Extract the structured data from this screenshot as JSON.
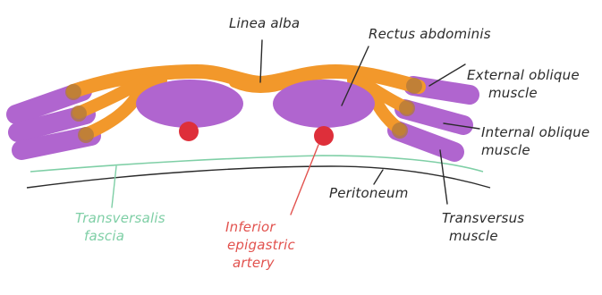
{
  "labels": {
    "linea_alba": "Linea alba",
    "rectus_abdominis": "Rectus abdominis",
    "external_oblique": [
      "External oblique",
      "muscle"
    ],
    "internal_oblique": [
      "Internal oblique",
      "muscle"
    ],
    "peritoneum": "Peritoneum",
    "transversus": [
      "Transversus",
      "muscle"
    ],
    "transversalis_fascia": [
      "Transversalis",
      "fascia"
    ],
    "inferior_epigastric_artery": [
      "Inferior",
      "epigastric",
      "artery"
    ]
  },
  "colors": {
    "aponeurosis": "#f2982b",
    "muscle": "#b065cf",
    "muscle_dark": "#9a4fb8",
    "muscle_junction": "#b0783c",
    "artery": "#de2f3a",
    "transversalis_fascia": "#7fcfa6",
    "peritoneum": "#2b2b2b",
    "leader_dark": "#2b2b2b",
    "leader_green": "#7fcfa6",
    "leader_red": "#e2534f"
  }
}
